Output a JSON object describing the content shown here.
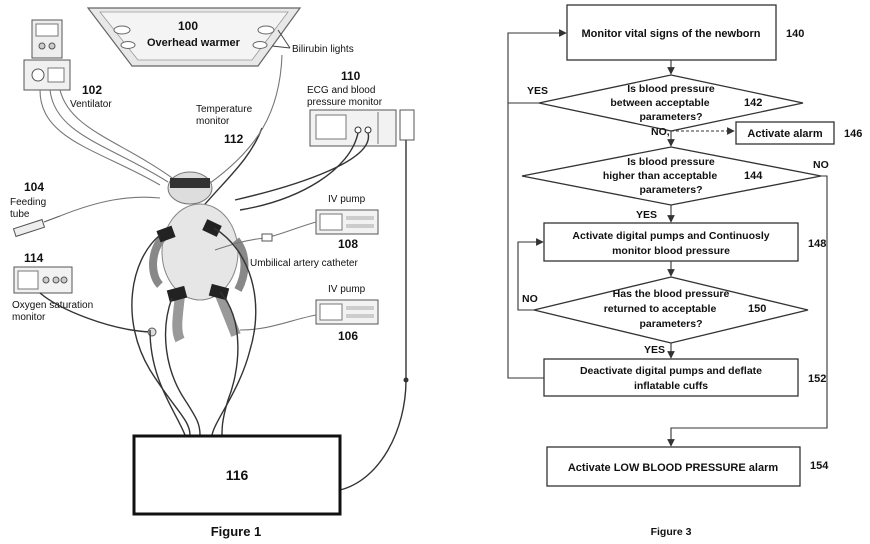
{
  "figure1": {
    "caption": "Figure 1",
    "labels": {
      "warmer_num": "100",
      "warmer_name": "Overhead warmer",
      "bili": "Bilirubin lights",
      "vent_num": "102",
      "vent_name": "Ventilator",
      "ecg_num": "110",
      "ecg_line1": "ECG and blood",
      "ecg_line2": "pressure monitor",
      "temp_line1": "Temperature",
      "temp_line2": "monitor",
      "temp_num": "112",
      "feed_num": "104",
      "feed_line1": "Feeding",
      "feed_line2": "tube",
      "ivpump1_name": "IV pump",
      "ivpump1_num": "108",
      "umbilical": "Umbilical artery catheter",
      "oxy_num": "114",
      "oxy_line1": "Oxygen saturation",
      "oxy_line2": "monitor",
      "ivpump2_name": "IV pump",
      "ivpump2_num": "106",
      "controller_num": "116"
    }
  },
  "figure3": {
    "caption": "Figure 3",
    "steps": {
      "s140": {
        "text": "Monitor vital signs of the newborn",
        "num": "140"
      },
      "s142": {
        "line1": "Is blood pressure",
        "line2": "between acceptable",
        "line3": "parameters?",
        "num": "142"
      },
      "s146": {
        "text": "Activate alarm",
        "num": "146"
      },
      "s144": {
        "line1": "Is blood pressure",
        "line2": "higher than acceptable",
        "line3": "parameters?",
        "num": "144"
      },
      "s148": {
        "line1": "Activate digital pumps and Continuosly",
        "line2": "monitor blood pressure",
        "num": "148"
      },
      "s150": {
        "line1": "Has the blood pressure",
        "line2": "returned to acceptable",
        "line3": "parameters?",
        "num": "150"
      },
      "s152": {
        "line1": "Deactivate digital pumps and deflate",
        "line2": "inflatable cuffs",
        "num": "152"
      },
      "s154": {
        "text": "Activate LOW BLOOD PRESSURE alarm",
        "num": "154"
      }
    },
    "branches": {
      "yes_142": "YES",
      "no_142": "NO,",
      "yes_144": "YES",
      "no_144": "NO",
      "no_150": "NO",
      "yes_150": "YES"
    }
  }
}
